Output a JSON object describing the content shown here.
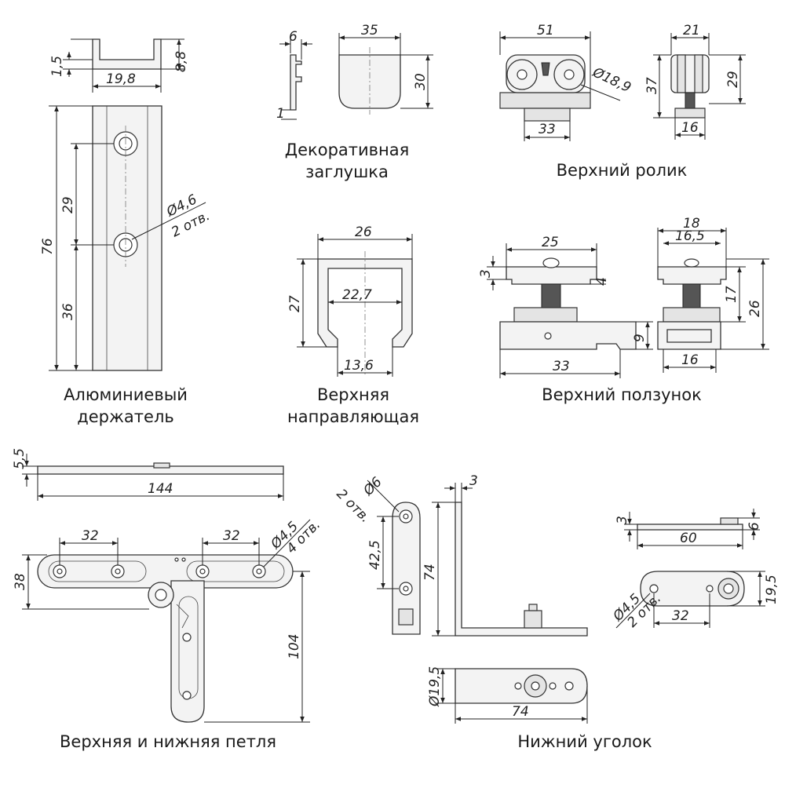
{
  "captions": {
    "aluminum_holder_1": "Алюминиевый",
    "aluminum_holder_2": "держатель",
    "decor_cap_1": "Декоративная",
    "decor_cap_2": "заглушка",
    "top_roller": "Верхний ролик",
    "top_guide_1": "Верхняя",
    "top_guide_2": "направляющая",
    "top_slider": "Верхний ползунок",
    "hinge": "Верхняя и нижняя петля",
    "bottom_bracket": "Нижний уголок"
  },
  "dims": {
    "holder_1_5": "1,5",
    "holder_8_8": "8,8",
    "holder_19_8": "19,8",
    "holder_76": "76",
    "holder_29": "29",
    "holder_36": "36",
    "holder_hole": "Ø4,6",
    "holder_holes_count": "2 отв.",
    "cap_6": "6",
    "cap_35": "35",
    "cap_30": "30",
    "cap_1": "1",
    "roller_51": "51",
    "roller_d": "Ø18,9",
    "roller_33": "33",
    "roller_21": "21",
    "roller_37": "37",
    "roller_29": "29",
    "roller_16": "16",
    "guide_26": "26",
    "guide_27": "27",
    "guide_22_7": "22,7",
    "guide_13_6": "13,6",
    "slider_25": "25",
    "slider_3": "3",
    "slider_4": "4",
    "slider_9": "9",
    "slider_33": "33",
    "slider_18": "18",
    "slider_16_5": "16,5",
    "slider_17": "17",
    "slider_26": "26",
    "slider_16": "16",
    "hinge_5_5": "5,5",
    "hinge_144": "144",
    "hinge_32a": "32",
    "hinge_32b": "32",
    "hinge_hole": "Ø4,5",
    "hinge_holes_count": "4 отв.",
    "hinge_38": "38",
    "hinge_104": "104",
    "br_hole": "Ø6",
    "br_holes_count": "2 отв.",
    "br_42_5": "42,5",
    "br_74": "74",
    "br_3": "3",
    "br_d19_5": "Ø19,5",
    "br_74b": "74",
    "bs_3": "3",
    "bs_60": "60",
    "bs_6": "6",
    "bs_hole": "Ø4,5",
    "bs_holes_count": "2 отв.",
    "bs_32": "32",
    "bs_19_5": "19,5"
  }
}
